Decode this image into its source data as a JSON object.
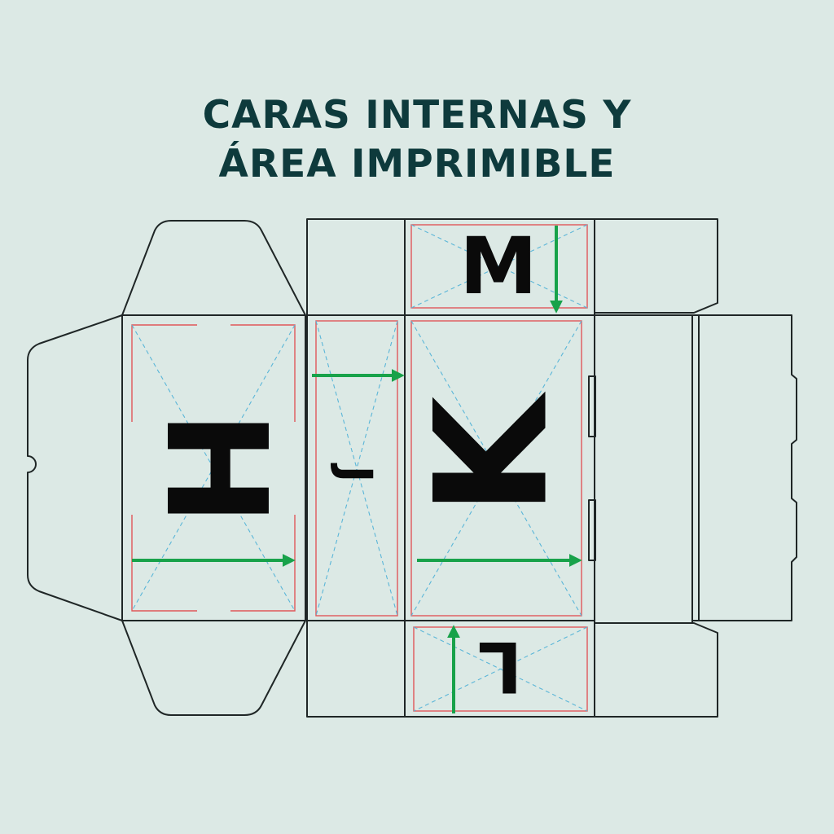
{
  "title": {
    "line1": "CARAS INTERNAS Y",
    "line2": "ÁREA IMPRIMIBLE"
  },
  "faces": {
    "H": "H",
    "J": "J",
    "K": "K",
    "M": "M",
    "L": "L"
  },
  "colors": {
    "background": "#dce9e5",
    "title": "#0e3a3c",
    "cut_line": "#1f2626",
    "safe_area": "#e0575a",
    "guides": "#5bb6d8",
    "direction_arrow": "#18a24a"
  }
}
